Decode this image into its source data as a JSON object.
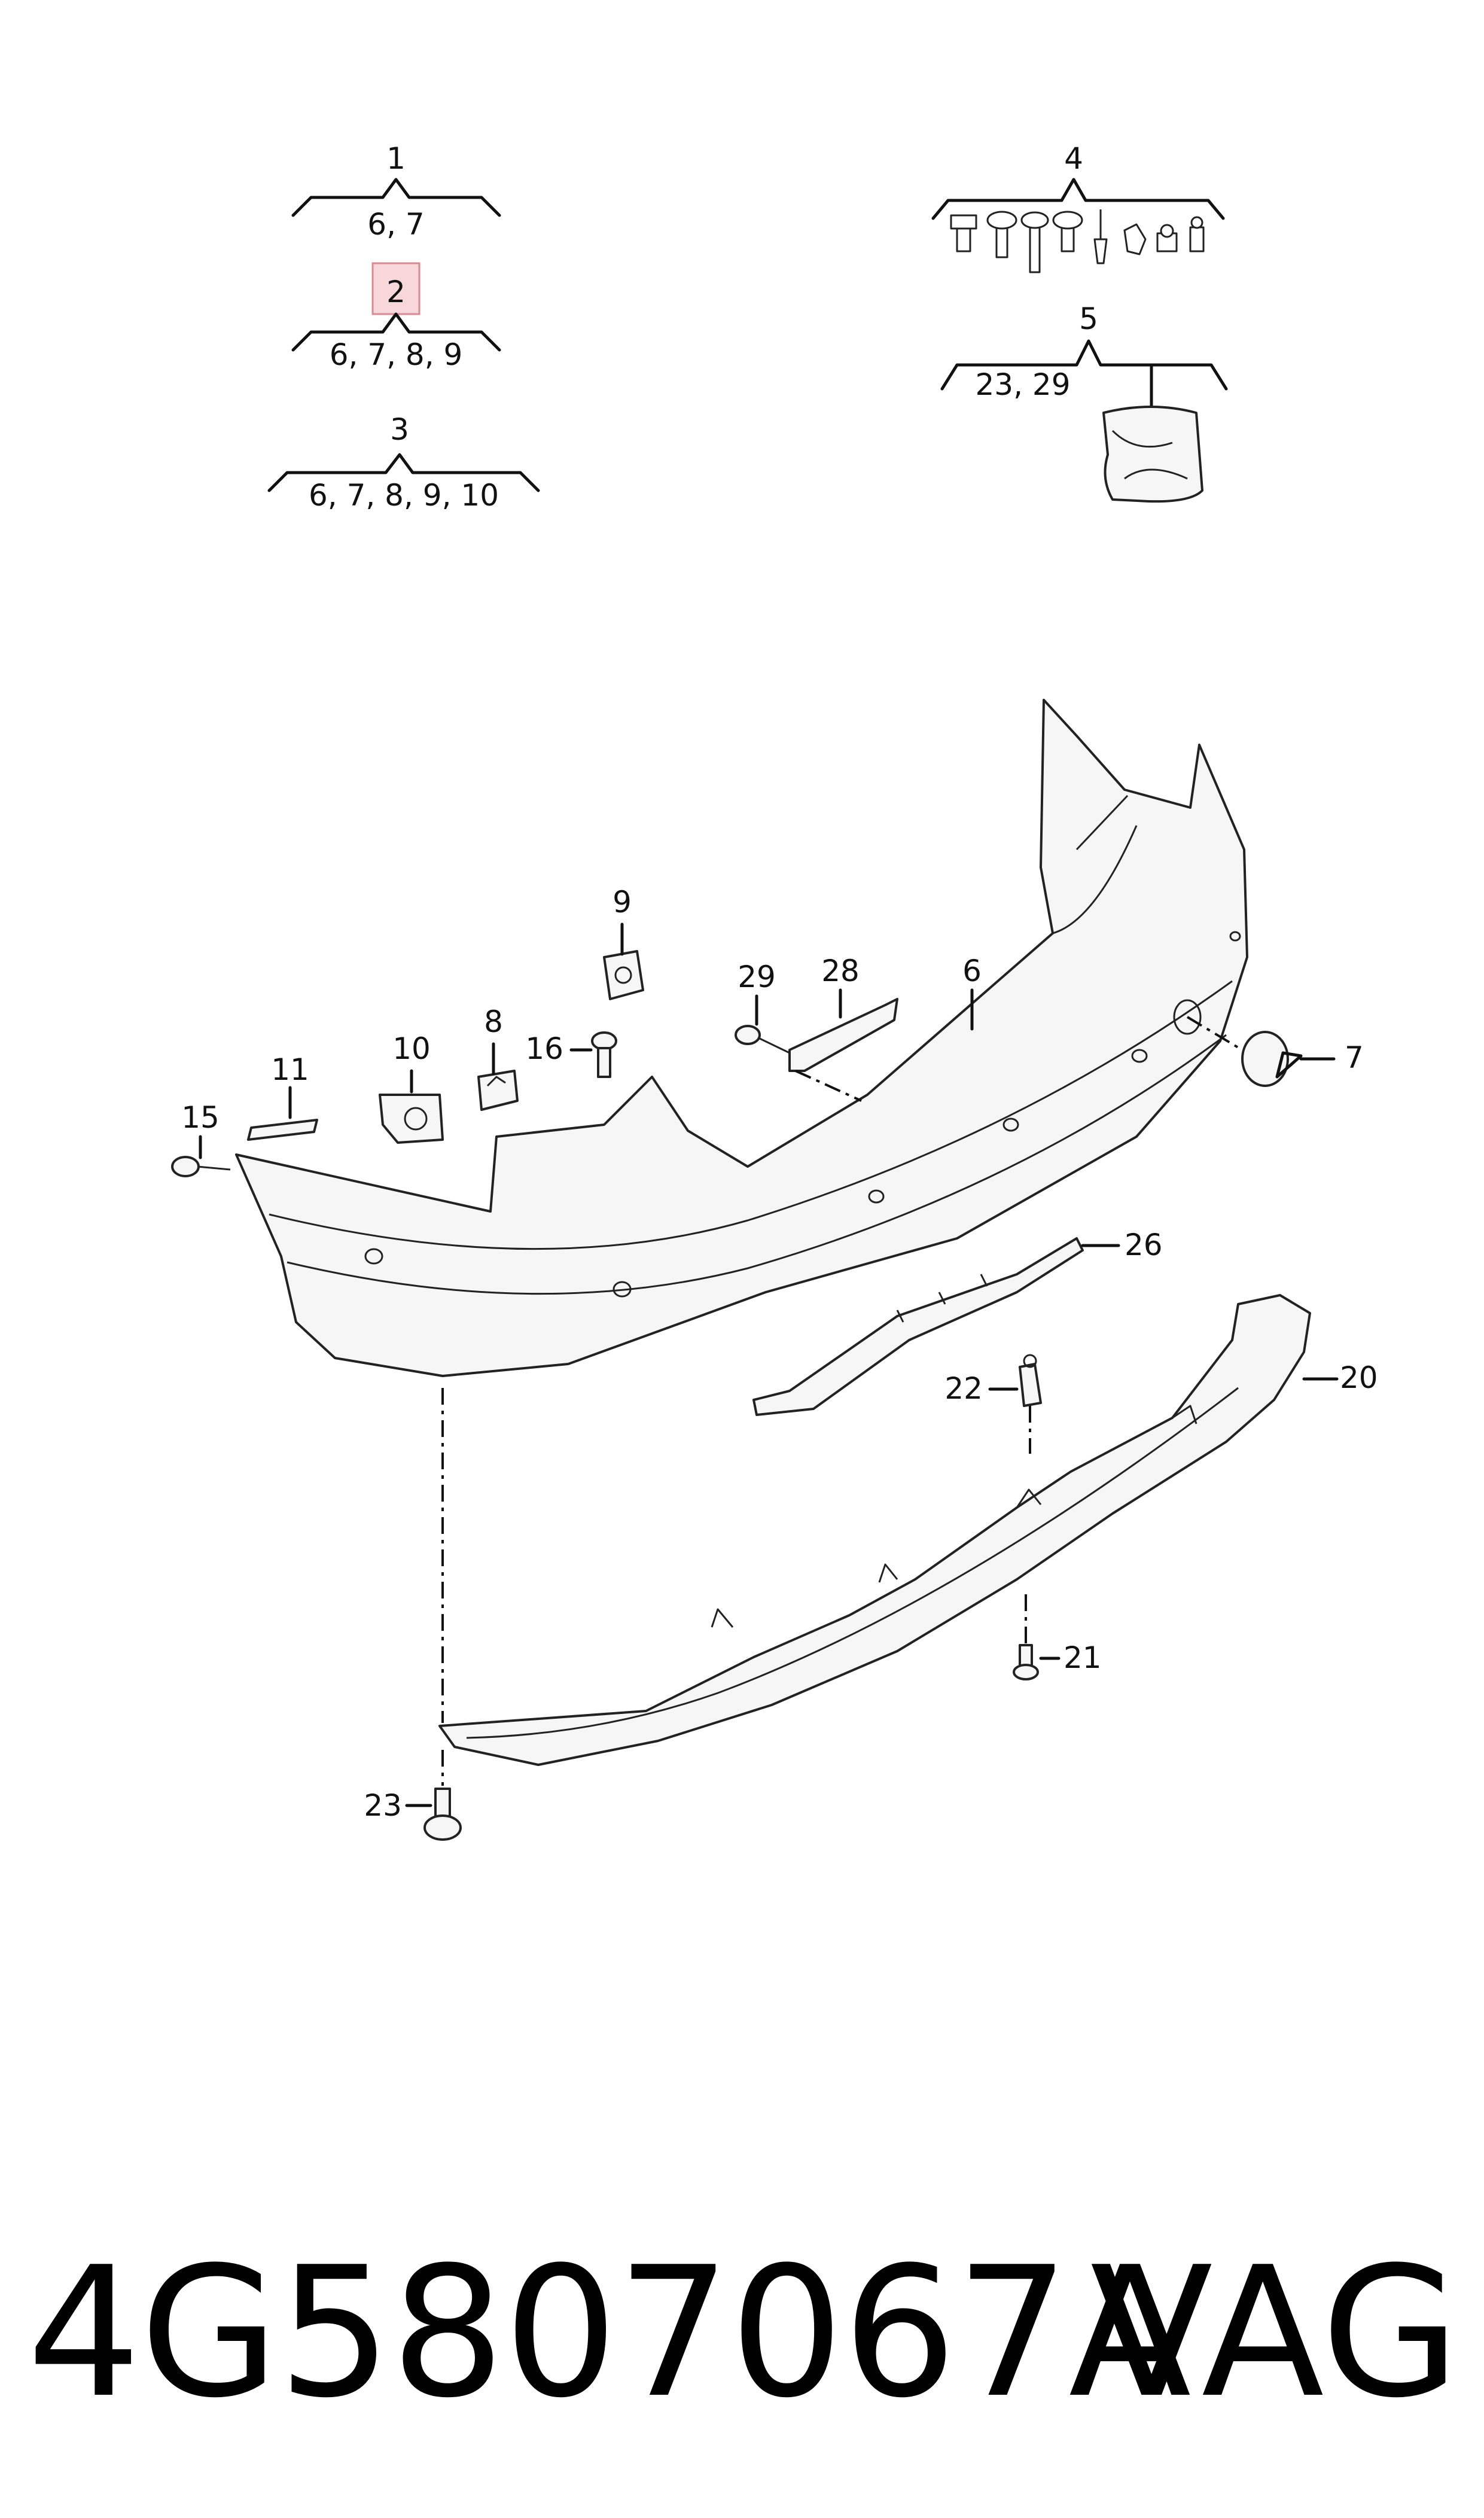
{
  "groups": [
    {
      "number": "1",
      "parts": "6, 7"
    },
    {
      "number": "2",
      "parts": "6, 7, 8, 9"
    },
    {
      "number": "3",
      "parts": "6, 7, 8, 9, 10"
    },
    {
      "number": "4",
      "parts": ""
    },
    {
      "number": "5",
      "parts": "23, 29"
    }
  ],
  "callouts": {
    "c6": "6",
    "c7": "7",
    "c8": "8",
    "c9": "9",
    "c10": "10",
    "c11": "11",
    "c15": "15",
    "c16": "16",
    "c20": "20",
    "c21": "21",
    "c22": "22",
    "c23": "23",
    "c26": "26",
    "c28": "28",
    "c29": "29"
  },
  "highlight_color": "#f7d7da",
  "footer": {
    "part_number": "4G5807067A",
    "brand": "VAG"
  }
}
